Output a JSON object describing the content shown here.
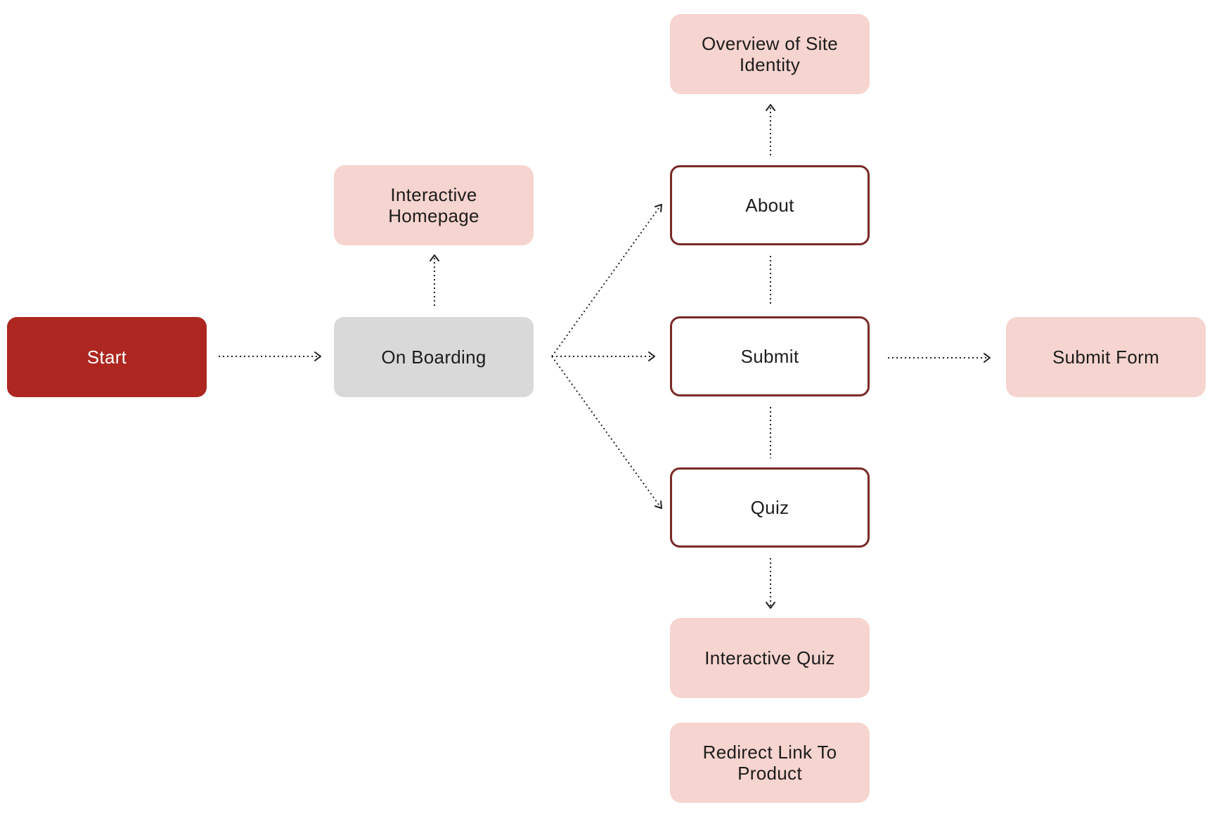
{
  "nodes": {
    "start": "Start",
    "on_boarding": "On Boarding",
    "interactive_homepage": "Interactive Homepage",
    "about": "About",
    "overview": "Overview of Site\nIdentity",
    "submit": "Submit",
    "submit_form": "Submit Form",
    "quiz": "Quiz",
    "interactive_quiz": "Interactive Quiz",
    "redirect": "Redirect Link To\nProduct"
  },
  "colors": {
    "start_fill": "#ad2720",
    "on_boarding_fill": "#d9d9d9",
    "page_fill": "#f6d4cf",
    "section_border": "#7a2a26",
    "connector": "#222222"
  }
}
